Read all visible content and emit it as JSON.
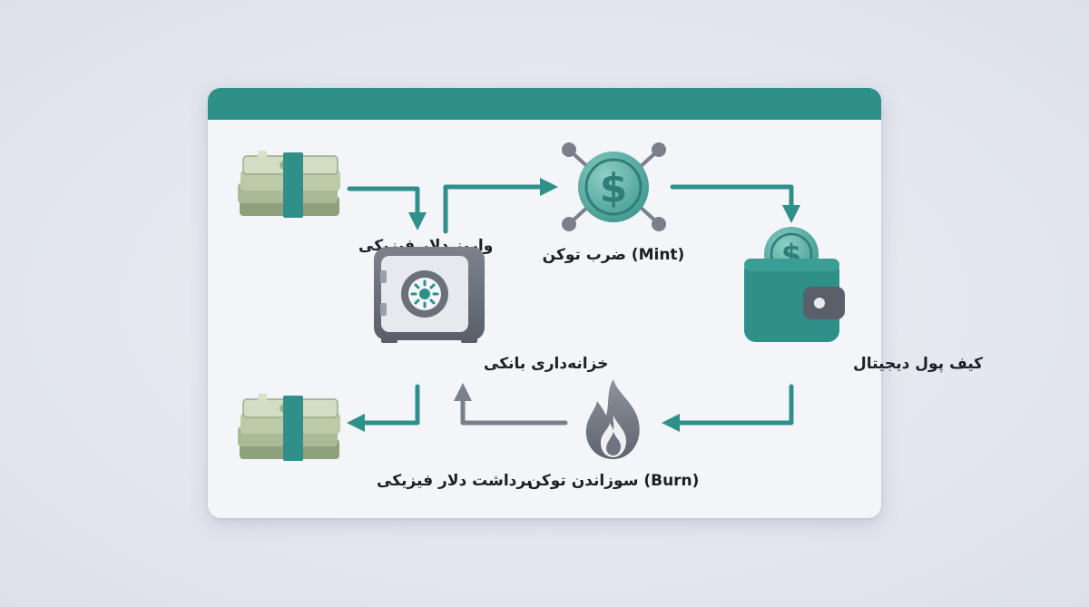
{
  "labels": {
    "deposit": "واریز دلار فیزیکی",
    "treasury": "خزانه‌داری بانکی",
    "mint": "ضرب توکن (Mint)",
    "wallet": "کیف پول دیجیتال",
    "burn": "سوزاندن توکن (Burn)",
    "withdraw": "برداشت دلار فیزیکی"
  },
  "icons": {
    "deposit": "cash-stack-icon",
    "treasury": "bank-vault-icon",
    "mint": "token-coin-icon",
    "wallet": "digital-wallet-icon",
    "burn": "flame-icon",
    "withdraw": "cash-stack-icon"
  },
  "colors": {
    "accent": "#2f8f89",
    "token": "#5fb3aa",
    "vault": "#6f7480",
    "cash": "#b9c8a8"
  }
}
